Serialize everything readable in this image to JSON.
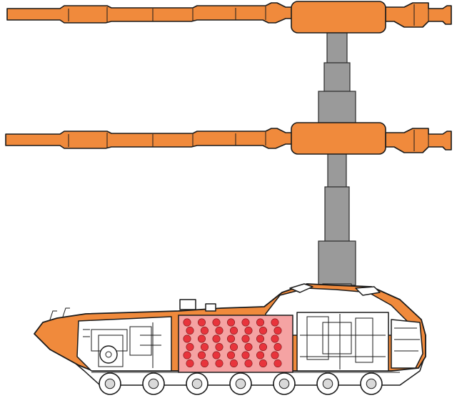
{
  "colors": {
    "orange": "#f08a3c",
    "orange_dark": "#d9702a",
    "outline": "#1a1a1a",
    "mast_light": "#b4b4b4",
    "mast_mid": "#8f8f8f",
    "mast_dark": "#6e6e6e",
    "hull_white": "#ffffff",
    "hull_grey": "#d9d9d9",
    "ammo_red": "#e8343c",
    "ammo_bg": "#f5a3a3"
  },
  "icons": {
    "vehicle": "tracked-vehicle-cutaway-icon",
    "ammo": "ammo-rack-icon",
    "wheel": "road-wheel-icon",
    "mast": "telescopic-mast-icon",
    "antenna": "antenna-arm-icon"
  },
  "ammo_rack": {
    "rows": 6,
    "cols": 7
  },
  "road_wheels": 7,
  "mast_sections": 6
}
